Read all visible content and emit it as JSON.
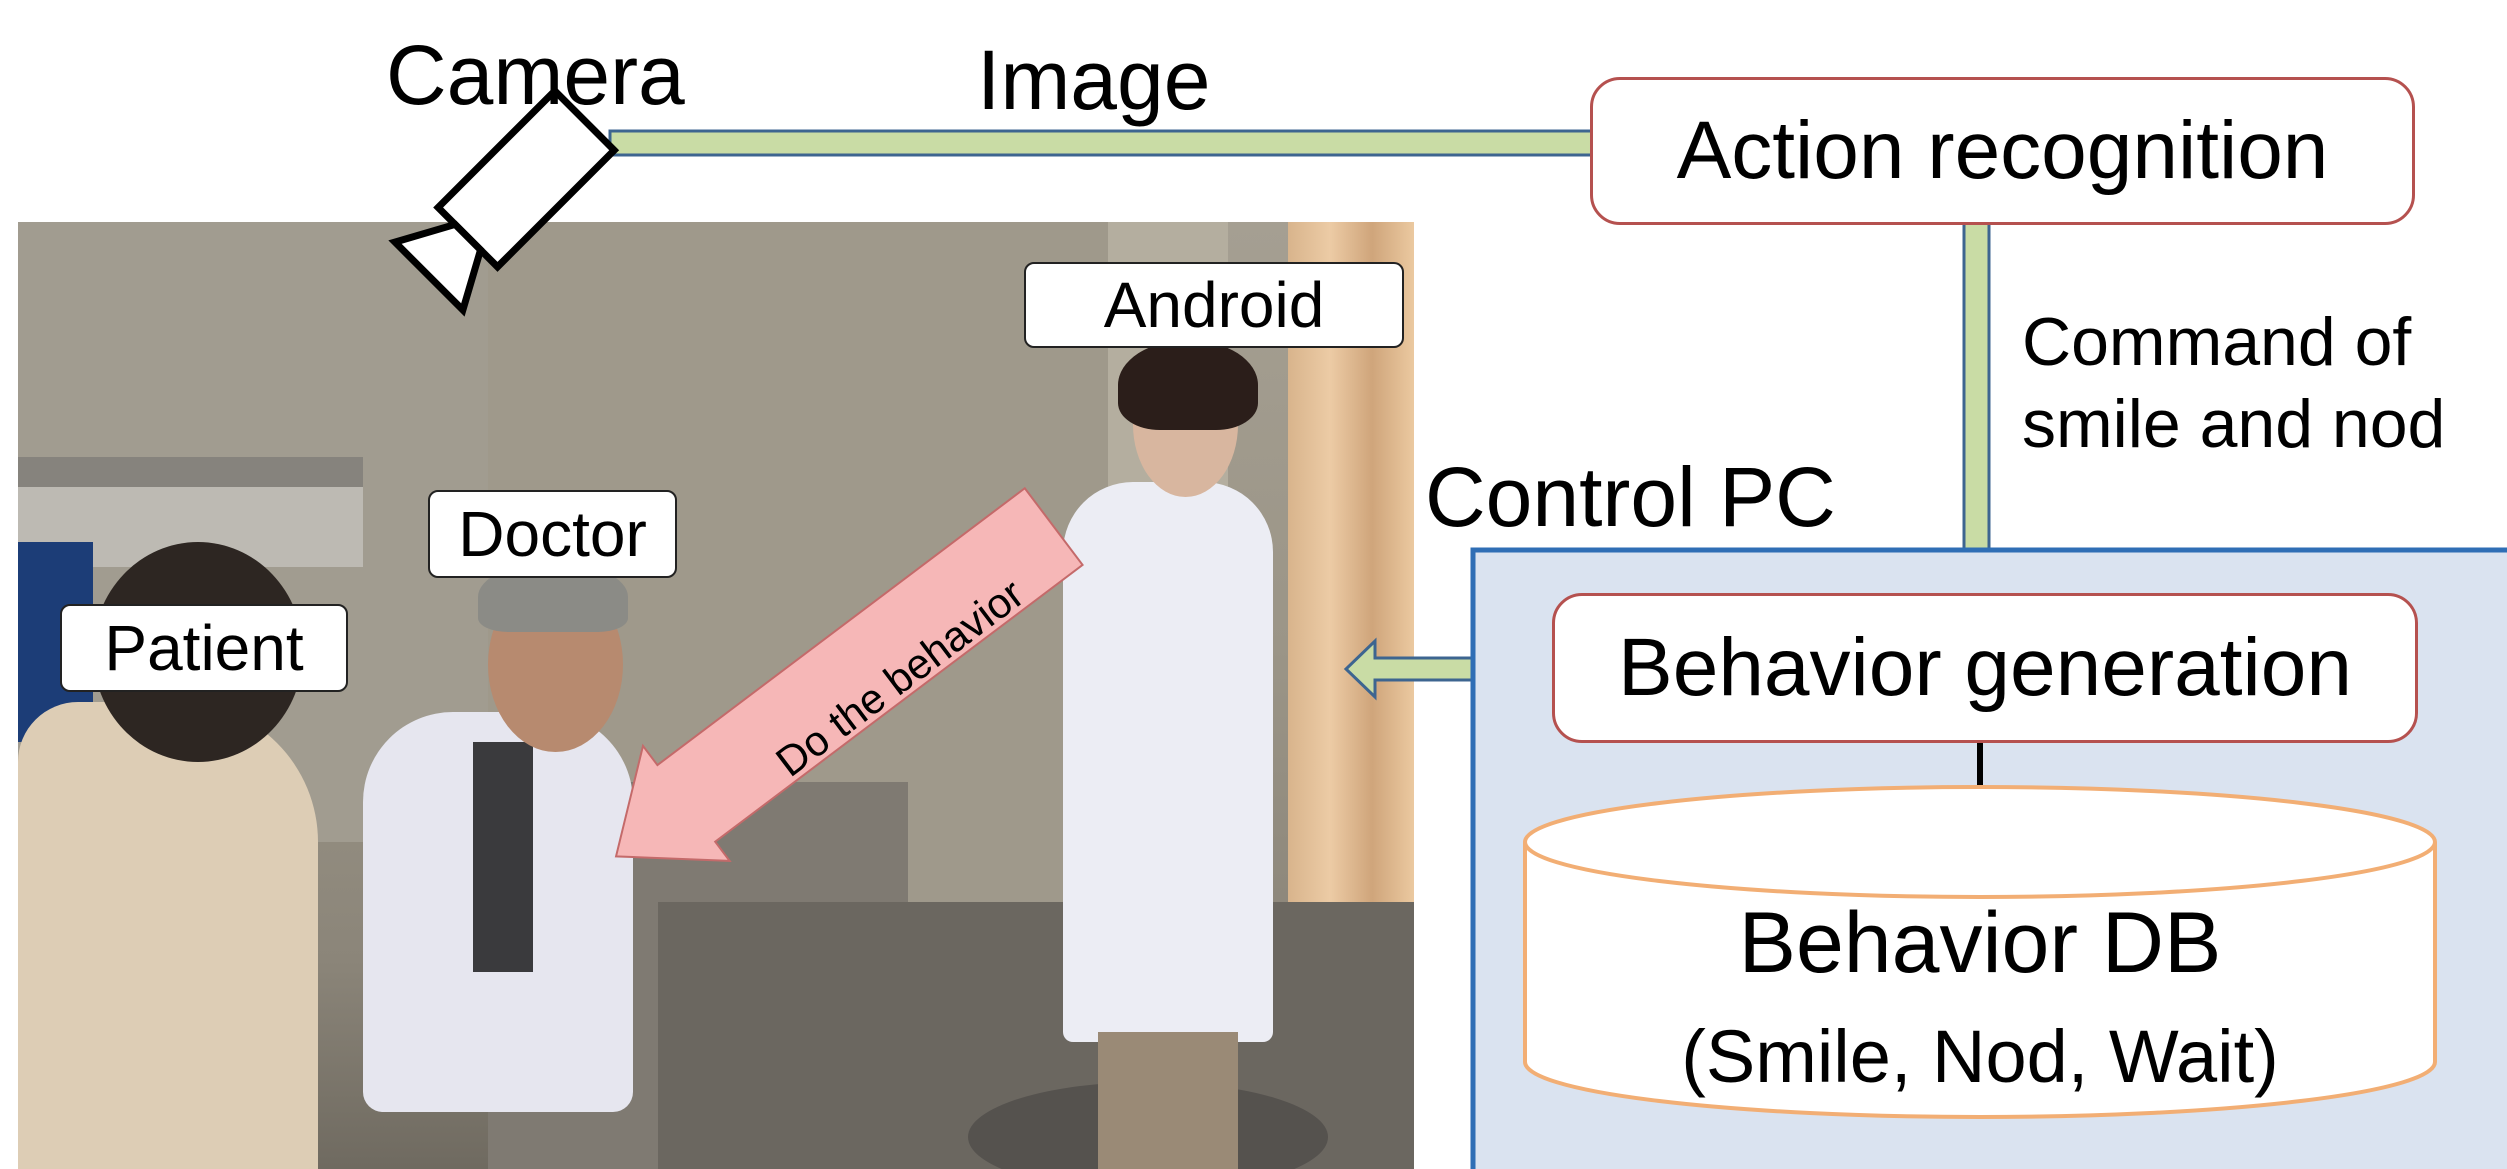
{
  "diagram": {
    "camera_label": "Camera",
    "image_label": "Image",
    "action_recognition": "Action recognition",
    "command_line1": "Command of",
    "command_line2": "smile and nod",
    "control_pc": "Control PC",
    "behavior_generation": "Behavior generation",
    "db_title": "Behavior DB",
    "db_items": "(Smile, Nod, Wait)",
    "android_label": "Android",
    "doctor_label": "Doctor",
    "patient_label": "Patient",
    "do_behavior": "Do the behavior"
  },
  "colors": {
    "connector_fill": "#c9dca5",
    "connector_edge": "#3d6590",
    "box_border": "#b5514f",
    "control_pc_fill": "#dae3f0",
    "control_pc_border": "#2f6eb5",
    "db_border": "#f2ae74",
    "do_arrow_fill": "#f6b7b7"
  }
}
